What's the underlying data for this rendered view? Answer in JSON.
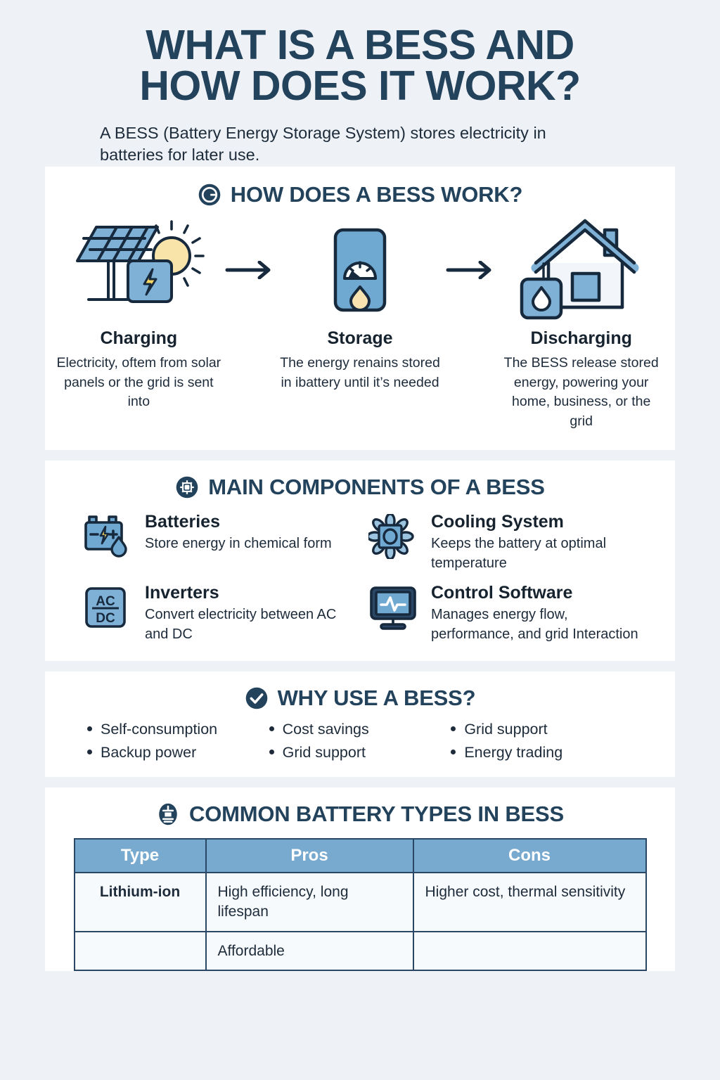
{
  "header": {
    "title_line1": "WHAT IS A BESS AND",
    "title_line2": "HOW DOES IT WORK?",
    "subtitle": "A BESS (Battery Energy Storage System) stores electricity in batteries for later use."
  },
  "colors": {
    "page_background": "#eef2f6",
    "panel_background": "#ffffff",
    "heading_navy": "#23425c",
    "icon_blue": "#6fa8d0",
    "icon_outline": "#17293c",
    "accent_yellow": "#f5dd8f",
    "table_header_blue": "#78a9cf"
  },
  "section_how": {
    "icon": "power-circle-icon",
    "title": "HOW DOES A BESS WORK?",
    "steps": [
      {
        "art": "solar-panel-battery-sun-icon",
        "name": "Charging",
        "desc": "Electricity, oftem from solar panels or the grid is sent into"
      },
      {
        "art": "storage-gauge-droplet-icon",
        "name": "Storage",
        "desc": "The energy renains stored in ibattery until it’s needed"
      },
      {
        "art": "house-battery-icon",
        "name": "Discharging",
        "desc": "The BESS release stored energy, powering your home, business, or the grid"
      }
    ],
    "arrows": [
      "arrow-right-icon",
      "arrow-right-icon"
    ]
  },
  "section_components": {
    "icon": "chip-gear-circle-icon",
    "title": "MAIN COMPONENTS OF A BESS",
    "items": [
      {
        "art": "battery-terminals-icon",
        "name": "Batteries",
        "desc": "Store energy in chemical form"
      },
      {
        "art": "fan-cooling-icon",
        "name": "Cooling System",
        "desc": "Keeps the battery at optimal temperature"
      },
      {
        "art": "ac-dc-box-icon",
        "name": "Inverters",
        "desc": "Convert electricity between AC and DC"
      },
      {
        "art": "monitor-pulse-icon",
        "name": "Control Software",
        "desc": "Manages energy flow, performance, and grid Interaction"
      }
    ]
  },
  "section_why": {
    "icon": "check-circle-icon",
    "title": "WHY USE A BESS?",
    "columns": [
      [
        "Self-consumption",
        "Backup power"
      ],
      [
        "Cost savings",
        "Grid support"
      ],
      [
        "Grid support",
        "Energy trading"
      ]
    ]
  },
  "section_table": {
    "icon": "battery-cell-circle-icon",
    "title": "COMMON BATTERY TYPES IN BESS",
    "headers": [
      "Type",
      "Pros",
      "Cons"
    ],
    "rows": [
      [
        "Lithium-ion",
        "High efficiency, long lifespan",
        "Higher cost, thermal sensitivity"
      ],
      [
        "",
        "Affordable",
        ""
      ]
    ]
  }
}
